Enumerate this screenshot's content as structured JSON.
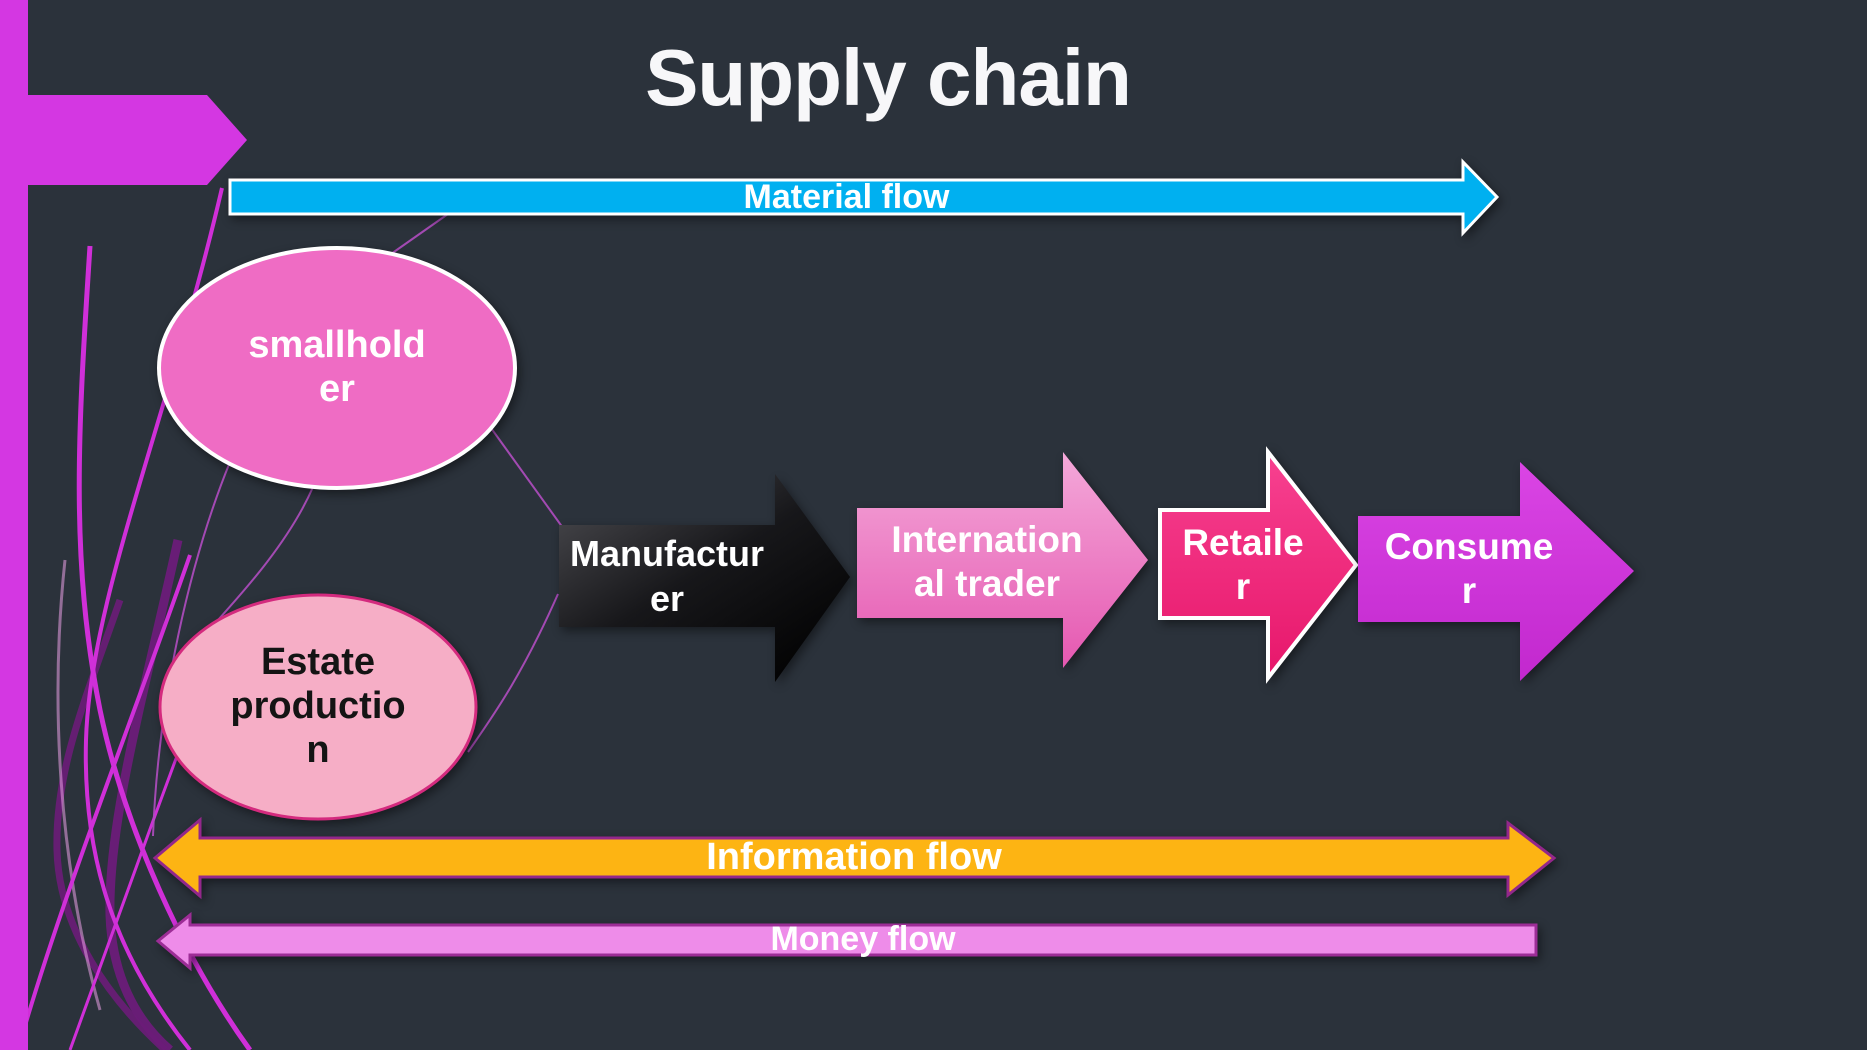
{
  "slide": {
    "title": "Supply chain",
    "background": "#2b323b",
    "accent_magenta": "#d437e2",
    "swirl_bright": "#d02fd8",
    "swirl_dark": "#6c1c79",
    "swirl_light": "#e9a0e6",
    "connector_color": "#b04cc0"
  },
  "flows": [
    {
      "id": "material",
      "label": "Material flow",
      "fill": "#00b0f0",
      "border": "#ffffff",
      "text_color": "#ffffff"
    },
    {
      "id": "information",
      "label": "Information flow",
      "fill": "#fdb413",
      "border": "#93278b",
      "text_color": "#ffffff"
    },
    {
      "id": "money",
      "label": "Money flow",
      "fill": "#ee8ce9",
      "border": "#9c2d96",
      "text_color": "#ffffff"
    }
  ],
  "nodes": [
    {
      "id": "smallholder",
      "label": "smallhold\ner",
      "fill": "#ef6cc4",
      "border": "#ffffff",
      "text_color": "#ffffff"
    },
    {
      "id": "estate-production",
      "label": "Estate\nproductio\nn",
      "fill": "#f6aec6",
      "border": "#d42a7e",
      "text_color": "#141414"
    },
    {
      "id": "manufacturer",
      "label": "Manufactur\ner",
      "fill_top": "#505055",
      "fill_bottom": "#000000",
      "text_color": "#ffffff"
    },
    {
      "id": "international-trader",
      "label": "Internation\nal trader",
      "fill_top": "#f4a8d9",
      "fill_bottom": "#e558b1",
      "text_color": "#ffffff"
    },
    {
      "id": "retailer",
      "label": "Retaile\nr",
      "fill_top": "#f74190",
      "fill_bottom": "#e7176b",
      "border": "#ffffff",
      "text_color": "#ffffff"
    },
    {
      "id": "consumer",
      "label": "Consume\nr",
      "fill_top": "#da45e4",
      "fill_bottom": "#c228ce",
      "text_color": "#ffffff"
    }
  ]
}
